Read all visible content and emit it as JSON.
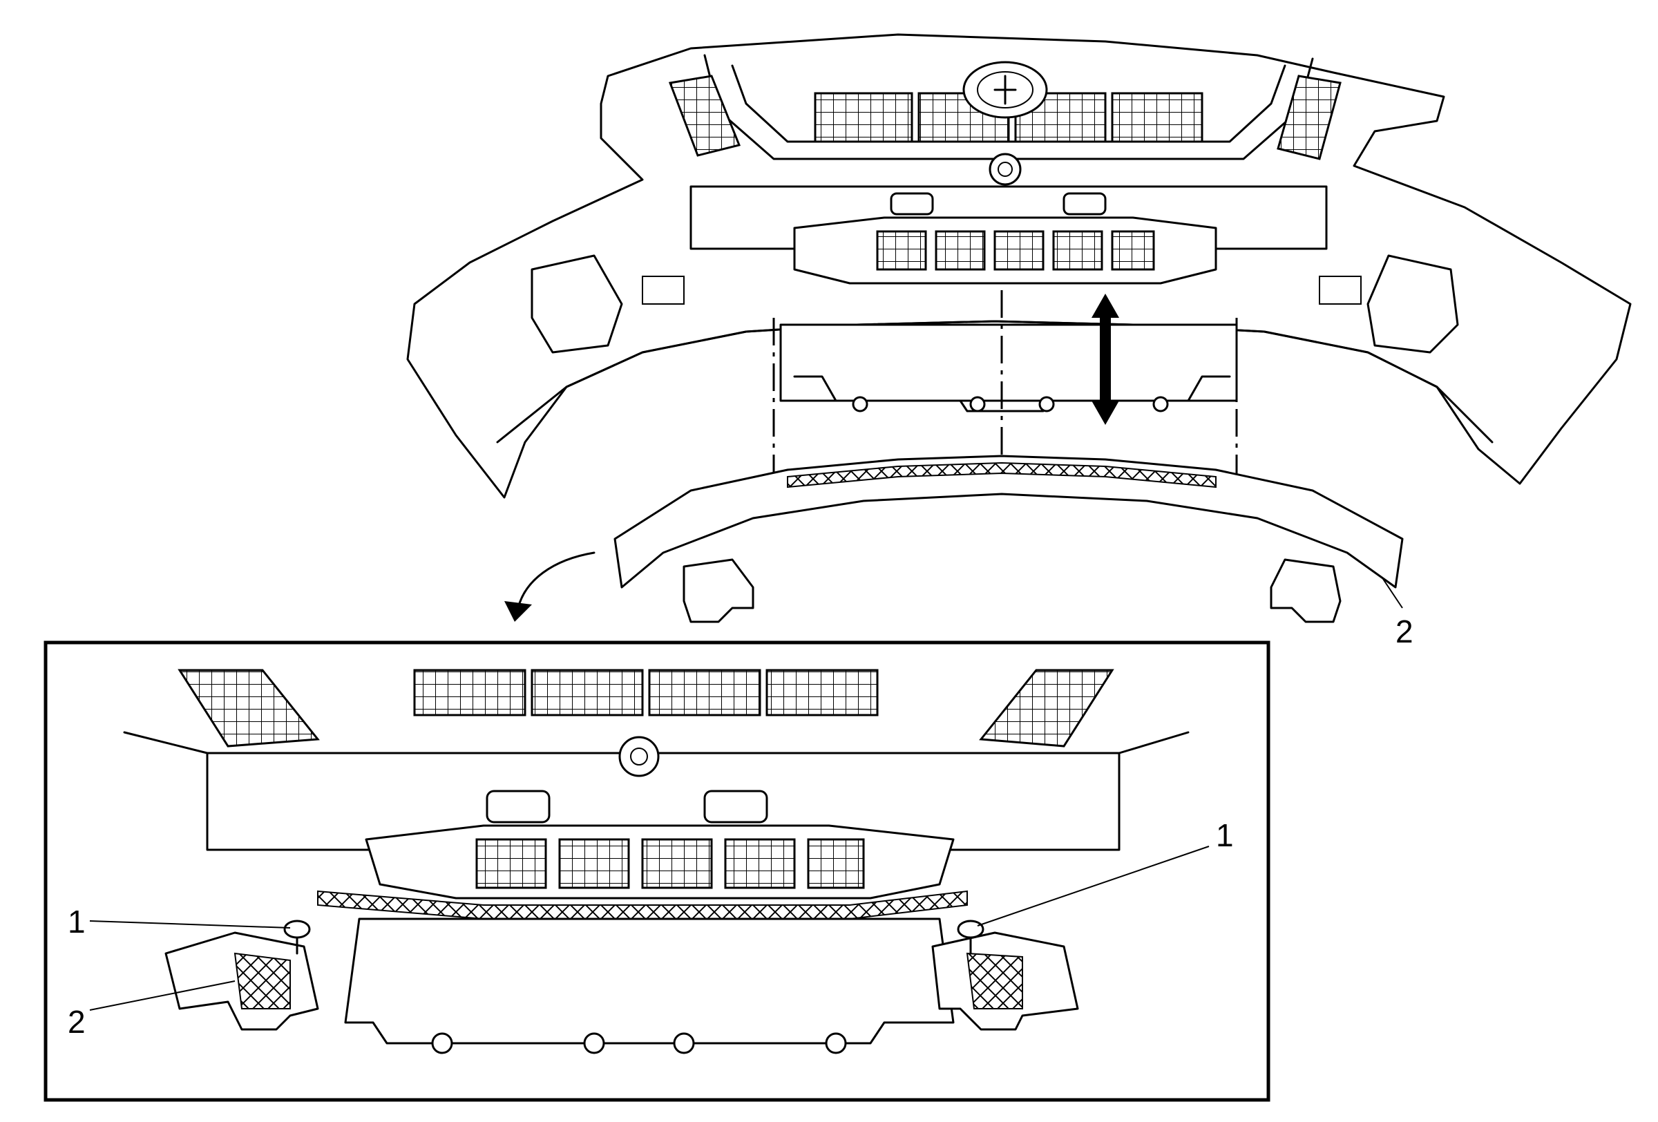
{
  "callouts": {
    "top_bracket": "2",
    "inset_fastener_left": "1",
    "inset_fastener_right": "1",
    "inset_bracket_left": "2"
  }
}
